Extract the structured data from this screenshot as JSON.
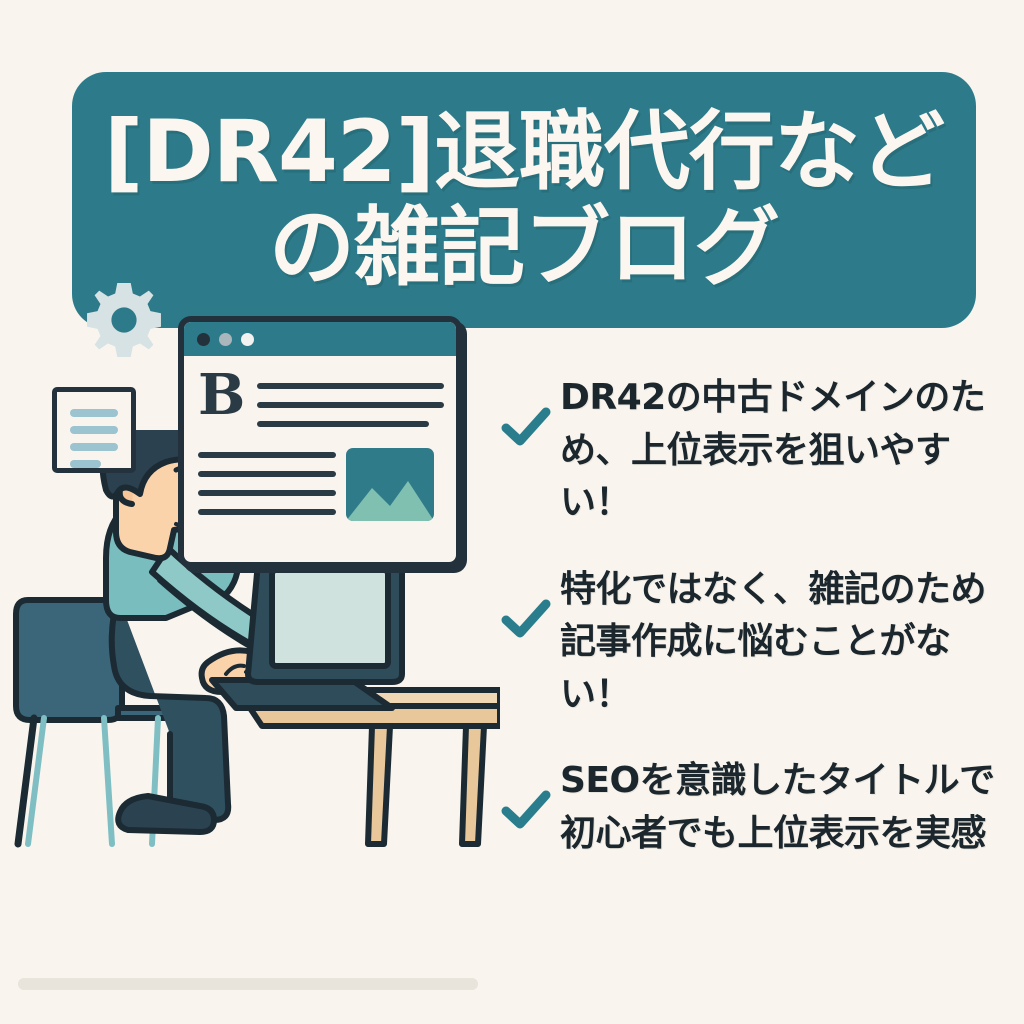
{
  "meta": {
    "background_color": "#f9f5ee",
    "accent_color": "#2d7b8a",
    "text_color": "#1b262d"
  },
  "title_banner": {
    "name": "title-banner",
    "line1": "[DR42]退職代行など",
    "line2": "の雑記ブログ",
    "background_color": "#2d7b8a",
    "text_color": "#fbf7f0"
  },
  "icons": {
    "gear": "gear-icon",
    "document": "document-icon",
    "check": "check-icon"
  },
  "browser_mockup": {
    "name": "browser-window",
    "titlebar_color": "#2d7b8a",
    "dots": [
      "dot-dark",
      "dot-gray",
      "dot-white"
    ],
    "logo_letter": "B",
    "thumbnail": "image-placeholder"
  },
  "bullets": [
    {
      "id": "bullet-1",
      "text": "DR42の中古ドメインのため、上位表示を狙いやすい！",
      "check_color": "#2a7d8c"
    },
    {
      "id": "bullet-2",
      "text": "特化ではなく、雑記のため記事作成に悩むことがない！",
      "check_color": "#2a7d8c"
    },
    {
      "id": "bullet-3",
      "text": "SEOを意識したタイトルで初心者でも上位表示を実感",
      "check_color": "#2a7d8c"
    }
  ],
  "illustration": {
    "name": "person-at-desk-illustration",
    "subject": "man typing on laptop at desk",
    "hair_color": "#2b414f",
    "skin_color": "#fbd3ab",
    "shirt_color": "#79bdbe",
    "pants_color": "#2f505f",
    "chair_color": "#3b6578",
    "desk_color": "#e3b684",
    "laptop_body_color": "#2e4c5a",
    "laptop_screen_color": "#cfe2de"
  }
}
